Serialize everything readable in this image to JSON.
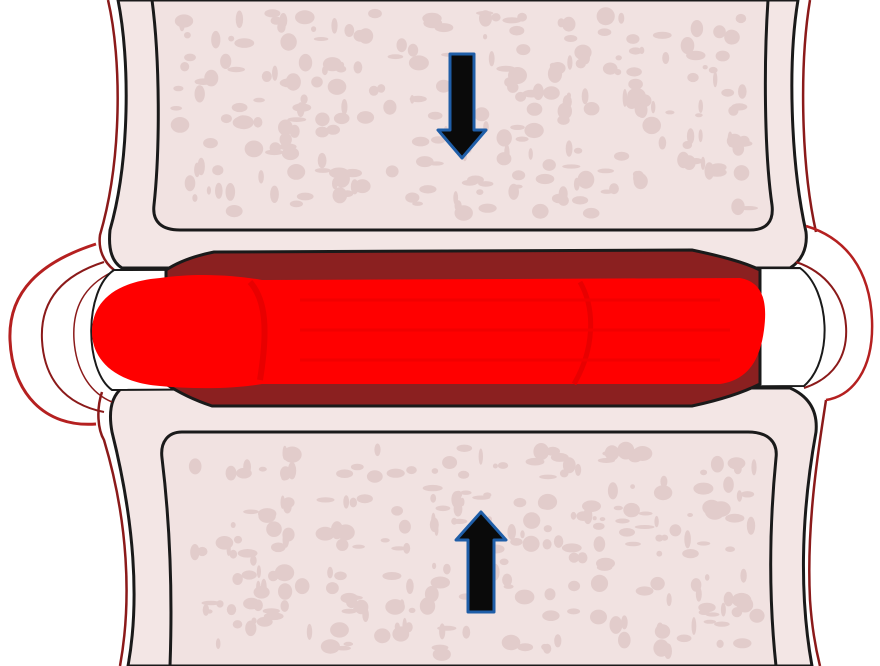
{
  "colors": {
    "background": "#ffffff",
    "bone_fill": "#f3e6e5",
    "bone_outline": "#1a1a1a",
    "bone_texture": "#e2cccb",
    "outer_wall": "#8b1a1a",
    "disc_dark": "#8b2020",
    "disc_fill": "#ff0000",
    "ligament": "#b52020",
    "arrow_fill": "#0a0a0a",
    "arrow_outline": "#1f5ea8"
  },
  "structures": {
    "upper_vertebra": "upper-vertebral-body",
    "lower_vertebra": "lower-vertebral-body",
    "disc": "intervertebral-disc",
    "nucleus": "nucleus-pulposus",
    "left_bulge": "left-annulus-bulge",
    "right_bulge": "right-annulus-bulge"
  },
  "arrows": {
    "top": "compression-arrow-down",
    "bottom": "compression-arrow-up"
  }
}
